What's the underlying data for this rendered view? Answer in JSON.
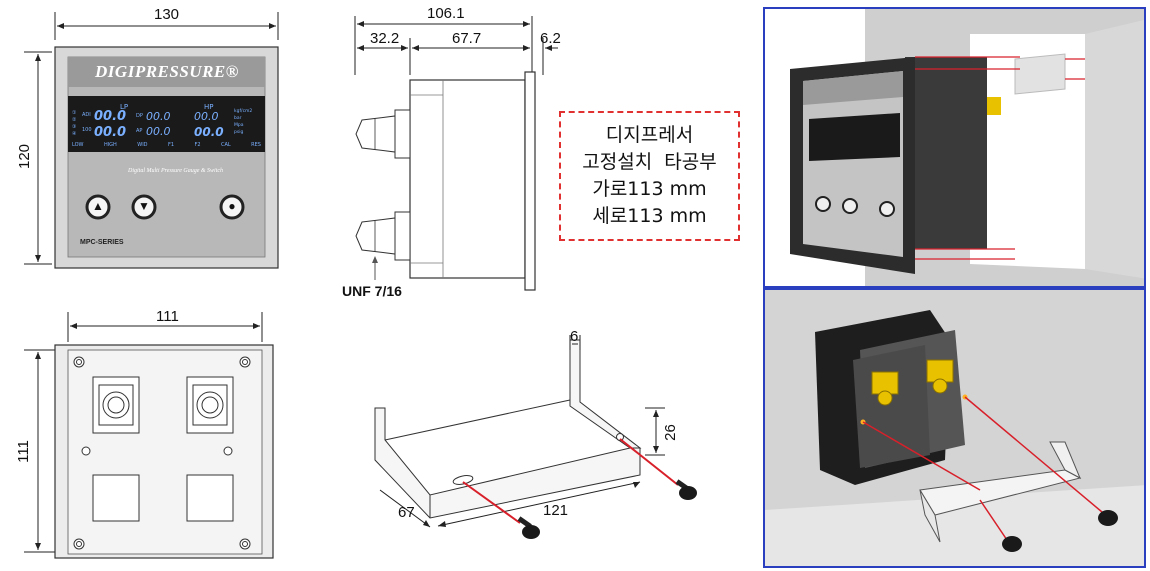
{
  "front_view": {
    "width_dim": "130",
    "height_dim": "120",
    "brand": "DIGIPRESSURE®",
    "lcd": {
      "left_header": "LP",
      "right_header": "HP",
      "left_marks": [
        "①",
        "②",
        "③",
        "④"
      ],
      "sub_labels": [
        "ADI",
        "100"
      ],
      "mid_labels": [
        "DP",
        "AP"
      ],
      "readings": [
        "00.0",
        "00.0",
        "00.0",
        "00.0",
        "00.0",
        "00.0"
      ],
      "units": [
        "kgf/cm2",
        "bar",
        "Mpa",
        "psig"
      ],
      "bottom_labels": [
        "LOW",
        "HIGH",
        "WID",
        "F1",
        "F2",
        "CAL",
        "RES"
      ]
    },
    "subtitle": "Digital Multi Pressure Gauge & Switch",
    "model": "MPC-SERIES",
    "buttons": [
      "▲",
      "▼",
      "●"
    ]
  },
  "side_view": {
    "total_dim": "106.1",
    "left_dim": "32.2",
    "mid_dim": "67.7",
    "right_dim": "6.2",
    "thread_label": "UNF 7/16"
  },
  "note": {
    "lines": [
      "디지프레서",
      "고정설치  타공부",
      "가로113 mm",
      "세로113 mm"
    ],
    "border_color": "#e03030"
  },
  "back_view": {
    "width_dim": "111",
    "height_dim": "111"
  },
  "bracket_view": {
    "thickness_dim": "6",
    "height_dim": "26",
    "length_dim": "121",
    "depth_dim": "67"
  },
  "colors": {
    "panel_border": "#2a3fc0",
    "lcd_bg": "#1a1a1a",
    "lcd_text": "#7ab0ff",
    "brass": "#e8c200",
    "laser_line": "#d8202a"
  }
}
